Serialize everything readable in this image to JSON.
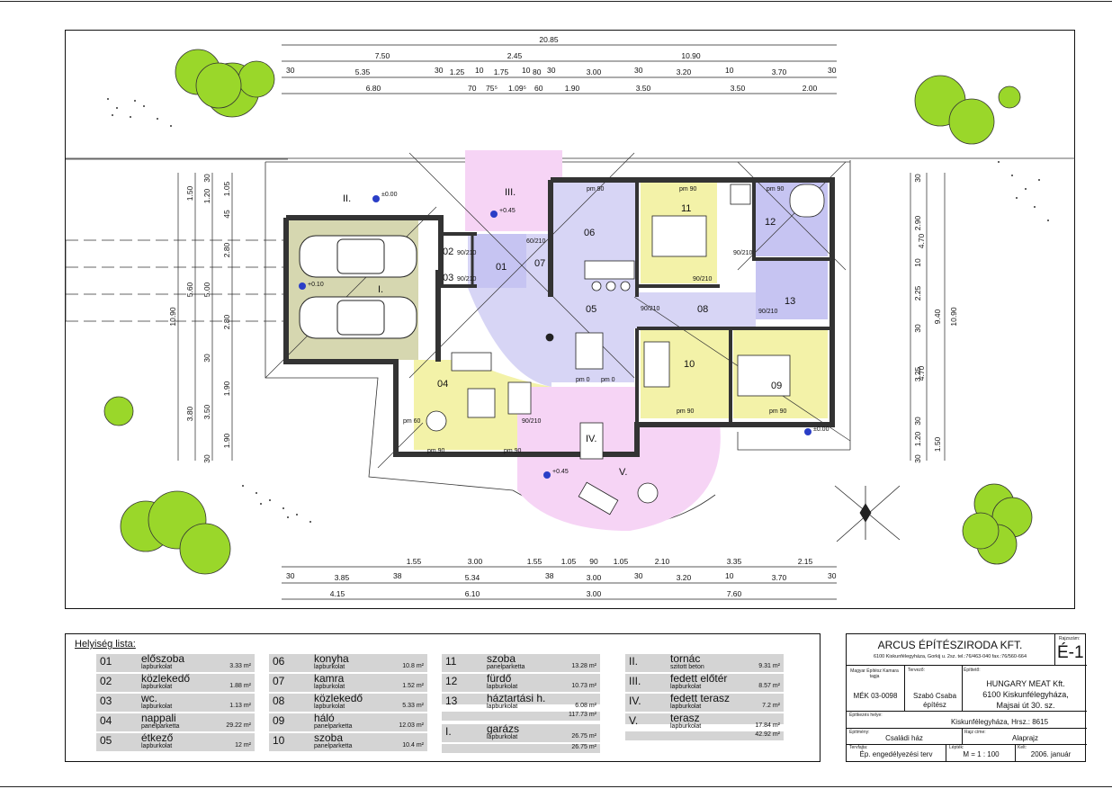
{
  "plan": {
    "dims_top_total": "20.85",
    "dims_top_row1": [
      "7.50",
      "2.45",
      "10.90"
    ],
    "dims_top_row2": [
      "30",
      "5.35",
      "30",
      "1.25",
      "10",
      "1.75",
      "10",
      "80",
      "30",
      "3.00",
      "30",
      "3.20",
      "10",
      "3.70",
      "30"
    ],
    "dims_top_row3": [
      "6.80",
      "70",
      "75⁵",
      "1.09⁵",
      "60",
      "1.90",
      "3.50",
      "3.50",
      "2.00"
    ],
    "dims_bottom_row1": [
      "1.55",
      "3.00",
      "1.55",
      "1.05",
      "90",
      "1.05",
      "2.10",
      "3.35",
      "2.15"
    ],
    "dims_bottom_row2": [
      "30",
      "3.85",
      "38",
      "5.34",
      "38",
      "3.00",
      "30",
      "3.20",
      "10",
      "3.70",
      "30"
    ],
    "dims_bottom_row3": [
      "4.15",
      "6.10",
      "3.00",
      "7.60"
    ],
    "dims_left_outer": "10.90",
    "dims_left_mid": [
      "1.50",
      "5.60",
      "3.80"
    ],
    "dims_left_inner": [
      "30",
      "1.20",
      "45",
      "1.05",
      "2.80",
      "5.00",
      "2.80",
      "30",
      "3.50",
      "1.90",
      "1.90",
      "30"
    ],
    "dims_right_outer": "10.90",
    "dims_right_mid": [
      "4.70",
      "9.40",
      "4.70"
    ],
    "dims_right_inner": [
      "30",
      "2.90",
      "10",
      "2.25",
      "30",
      "3.25",
      "30",
      "1.20",
      "1.50",
      "30"
    ],
    "rooms": [
      "01",
      "02",
      "03",
      "04",
      "05",
      "06",
      "07",
      "08",
      "09",
      "10",
      "11",
      "12",
      "13"
    ],
    "outdoor": [
      "I.",
      "II.",
      "III.",
      "IV.",
      "V."
    ],
    "levels": [
      "±0.00",
      "+0.45",
      "+0.10",
      "+0.45",
      "±0.00"
    ],
    "door_marks": [
      "90/210",
      "90/210",
      "60/210",
      "90/210",
      "90/210",
      "90/210",
      "90/210",
      "90/210"
    ],
    "window_marks": [
      "pm 90",
      "pm 90",
      "pm 90",
      "pm 90",
      "pm 90",
      "pm 90",
      "pm 90",
      "pm 60",
      "pm 0",
      "pm 0"
    ]
  },
  "legend": {
    "title": "Helyiség lista:",
    "columns": [
      [
        {
          "n": "01",
          "name": "előszoba",
          "mat": "lapburkolat",
          "area": "3.33 m²"
        },
        {
          "n": "02",
          "name": "közlekedő",
          "mat": "lapburkolat",
          "area": "1.88 m²"
        },
        {
          "n": "03",
          "name": "wc.",
          "mat": "lapburkolat",
          "area": "1.13 m²"
        },
        {
          "n": "04",
          "name": "nappali",
          "mat": "panelparketta",
          "area": "29.22 m²"
        },
        {
          "n": "05",
          "name": "étkező",
          "mat": "lapburkolat",
          "area": "12 m²"
        }
      ],
      [
        {
          "n": "06",
          "name": "konyha",
          "mat": "lapburkolat",
          "area": "10.8 m²"
        },
        {
          "n": "07",
          "name": "kamra",
          "mat": "lapburkolat",
          "area": "1.52 m²"
        },
        {
          "n": "08",
          "name": "közlekedő",
          "mat": "lapburkolat",
          "area": "5.33 m²"
        },
        {
          "n": "09",
          "name": "háló",
          "mat": "panelparketta",
          "area": "12.03 m²"
        },
        {
          "n": "10",
          "name": "szoba",
          "mat": "panelparketta",
          "area": "10.4 m²"
        }
      ],
      [
        {
          "n": "11",
          "name": "szoba",
          "mat": "panelparketta",
          "area": "13.28 m²"
        },
        {
          "n": "12",
          "name": "fürdő",
          "mat": "lapburkolat",
          "area": "10.73 m²"
        },
        {
          "n": "13",
          "name": "háztartási h.",
          "mat": "lapburkolat",
          "area": "6.08 m²"
        },
        {
          "total": "117.73 m²"
        },
        {
          "n": "I.",
          "name": "garázs",
          "mat": "lapburkolat",
          "area": "26.75 m²"
        },
        {
          "total": "26.75 m²"
        }
      ],
      [
        {
          "n": "II.",
          "name": "tornác",
          "mat": "szitott beton",
          "area": "9.31 m²"
        },
        {
          "n": "III.",
          "name": "fedett előtér",
          "mat": "lapburkolat",
          "area": "8.57 m²"
        },
        {
          "n": "IV.",
          "name": "fedett terasz",
          "mat": "lapburkolat",
          "area": "7.2 m²"
        },
        {
          "n": "V.",
          "name": "terasz",
          "mat": "lapburkolat",
          "area": "17.84 m²"
        },
        {
          "total": "42.92 m²"
        }
      ]
    ]
  },
  "titleblock": {
    "company": "ARCUS ÉPÍTÉSZIRODA KFT.",
    "address": "6100 Kiskunfélegyháza, Gorkij u. 2sz. tel.:76/463-040 fax.:76/560-664",
    "sheet_label": "Rajzszám:",
    "sheet_no": "É-1",
    "chamber_label": "Magyar Építész Kamara tagja",
    "chamber_no": "MÉK 03-0098",
    "designer_label": "Tervező:",
    "designer": "Szabó Csaba",
    "designer_role": "építész",
    "client_label": "Építtető:",
    "client": "HUNGARY MEAT Kft.",
    "client_addr1": "6100 Kiskunfélegyháza,",
    "client_addr2": "Majsai út 30. sz.",
    "site_label": "Építkezés helye:",
    "site": "Kiskunfélegyháza,   Hrsz.: 8615",
    "object_label": "Építmény:",
    "object": "Családi ház",
    "drawing_label": "Rajz címe:",
    "drawing": "Alaprajz",
    "phase_label": "Tervfajta:",
    "phase": "Ép. engedélyezési terv",
    "scale_label": "Lépték:",
    "scale": "M = 1 : 100",
    "date_label": "Kelt:",
    "date": "2006. január"
  }
}
